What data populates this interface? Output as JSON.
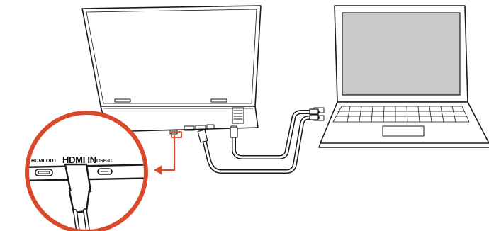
{
  "labels": {
    "hdmi_out": "HDMI OUT",
    "hdmi_in": "HDMI IN",
    "usb_c": "USB-C"
  },
  "colors": {
    "callout": "#d9492a",
    "line": "#1a1a1a",
    "cable_fill": "#ffffff"
  },
  "icons": {
    "monitor": "portable-monitor",
    "laptop": "laptop",
    "zoom": "magnified-port-callout",
    "arrow": "red-arrow-pointing-left"
  }
}
